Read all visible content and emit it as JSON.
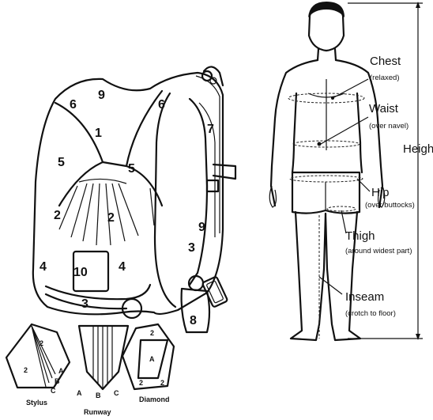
{
  "rig": {
    "panel_numbers": [
      "1",
      "2",
      "2",
      "3",
      "3",
      "4",
      "4",
      "5",
      "5",
      "6",
      "6",
      "7",
      "8",
      "9",
      "9",
      "10"
    ],
    "closures": {
      "stylus": {
        "label": "Stylus",
        "numbers": [
          "2",
          "2"
        ],
        "letters": [
          "A",
          "B",
          "C"
        ]
      },
      "runway": {
        "label": "Runway",
        "letters": [
          "A",
          "B",
          "C"
        ]
      },
      "diamond": {
        "label": "Diamond",
        "numbers": [
          "2",
          "2",
          "2"
        ],
        "letters": [
          "A"
        ]
      }
    }
  },
  "measurements": {
    "chest": {
      "label": "Chest",
      "note": "(relaxed)"
    },
    "waist": {
      "label": "Waist",
      "note": "(over navel)"
    },
    "height": {
      "label": "Height"
    },
    "hip": {
      "label": "Hip",
      "note": "(over buttocks)"
    },
    "thigh": {
      "label": "Thigh",
      "note": "(around widest part)"
    },
    "inseam": {
      "label": "Inseam",
      "note": "(crotch to floor)"
    }
  }
}
